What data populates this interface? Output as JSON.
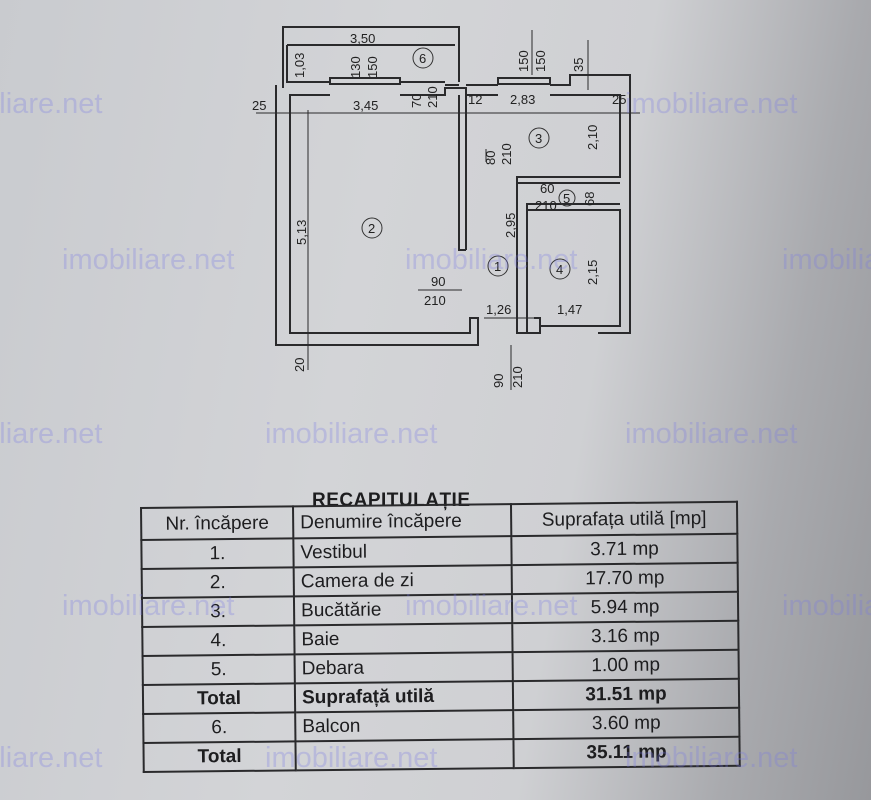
{
  "plan": {
    "room_numbers": [
      "1",
      "2",
      "3",
      "4",
      "5",
      "6"
    ],
    "dimensions": {
      "balcony_width": "3,50",
      "balcony_depth": "1,03",
      "balcony_window": "130",
      "balcony_window_h": "150",
      "balcony_door": "70",
      "balcony_door_h": "210",
      "wall_left": "25",
      "living_width": "3,45",
      "partition": "12",
      "kitchen_width": "2,83",
      "wall_right": "25",
      "kitchen_window": "150",
      "kitchen_window_h": "150",
      "kitchen_offset": "35",
      "kitchen_depth": "2,10",
      "kitchen_door": "80",
      "kitchen_door_h": "210",
      "debara_door": "60",
      "debara_door_h": "210",
      "debara_depth": "68",
      "living_depth": "5,13",
      "vestibule_depth": "2,95",
      "bath_depth": "2,15",
      "living_door": "90",
      "living_door_h": "210",
      "vestibule_width": "1,26",
      "bath_width": "1,47",
      "wall_bottom": "20",
      "entry_door": "90",
      "entry_door_h": "210"
    }
  },
  "watermark": "imobiliare.net",
  "table": {
    "title": "RECAPITULAȚIE",
    "headers": [
      "Nr. încăpere",
      "Denumire încăpere",
      "Suprafața utilă [mp]"
    ],
    "rows": [
      {
        "nr": "1.",
        "name": "Vestibul",
        "area": "3.71 mp",
        "bold": false
      },
      {
        "nr": "2.",
        "name": "Camera de zi",
        "area": "17.70 mp",
        "bold": false
      },
      {
        "nr": "3.",
        "name": "Bucătărie",
        "area": "5.94 mp",
        "bold": false
      },
      {
        "nr": "4.",
        "name": "Baie",
        "area": "3.16 mp",
        "bold": false
      },
      {
        "nr": "5.",
        "name": "Debara",
        "area": "1.00 mp",
        "bold": false
      },
      {
        "nr": "Total",
        "name": "Suprafață utilă",
        "area": "31.51 mp",
        "bold": true
      },
      {
        "nr": "6.",
        "name": "Balcon",
        "area": "3.60 mp",
        "bold": false
      },
      {
        "nr": "Total",
        "name": "",
        "area": "35.11 mp",
        "bold": true
      }
    ]
  }
}
